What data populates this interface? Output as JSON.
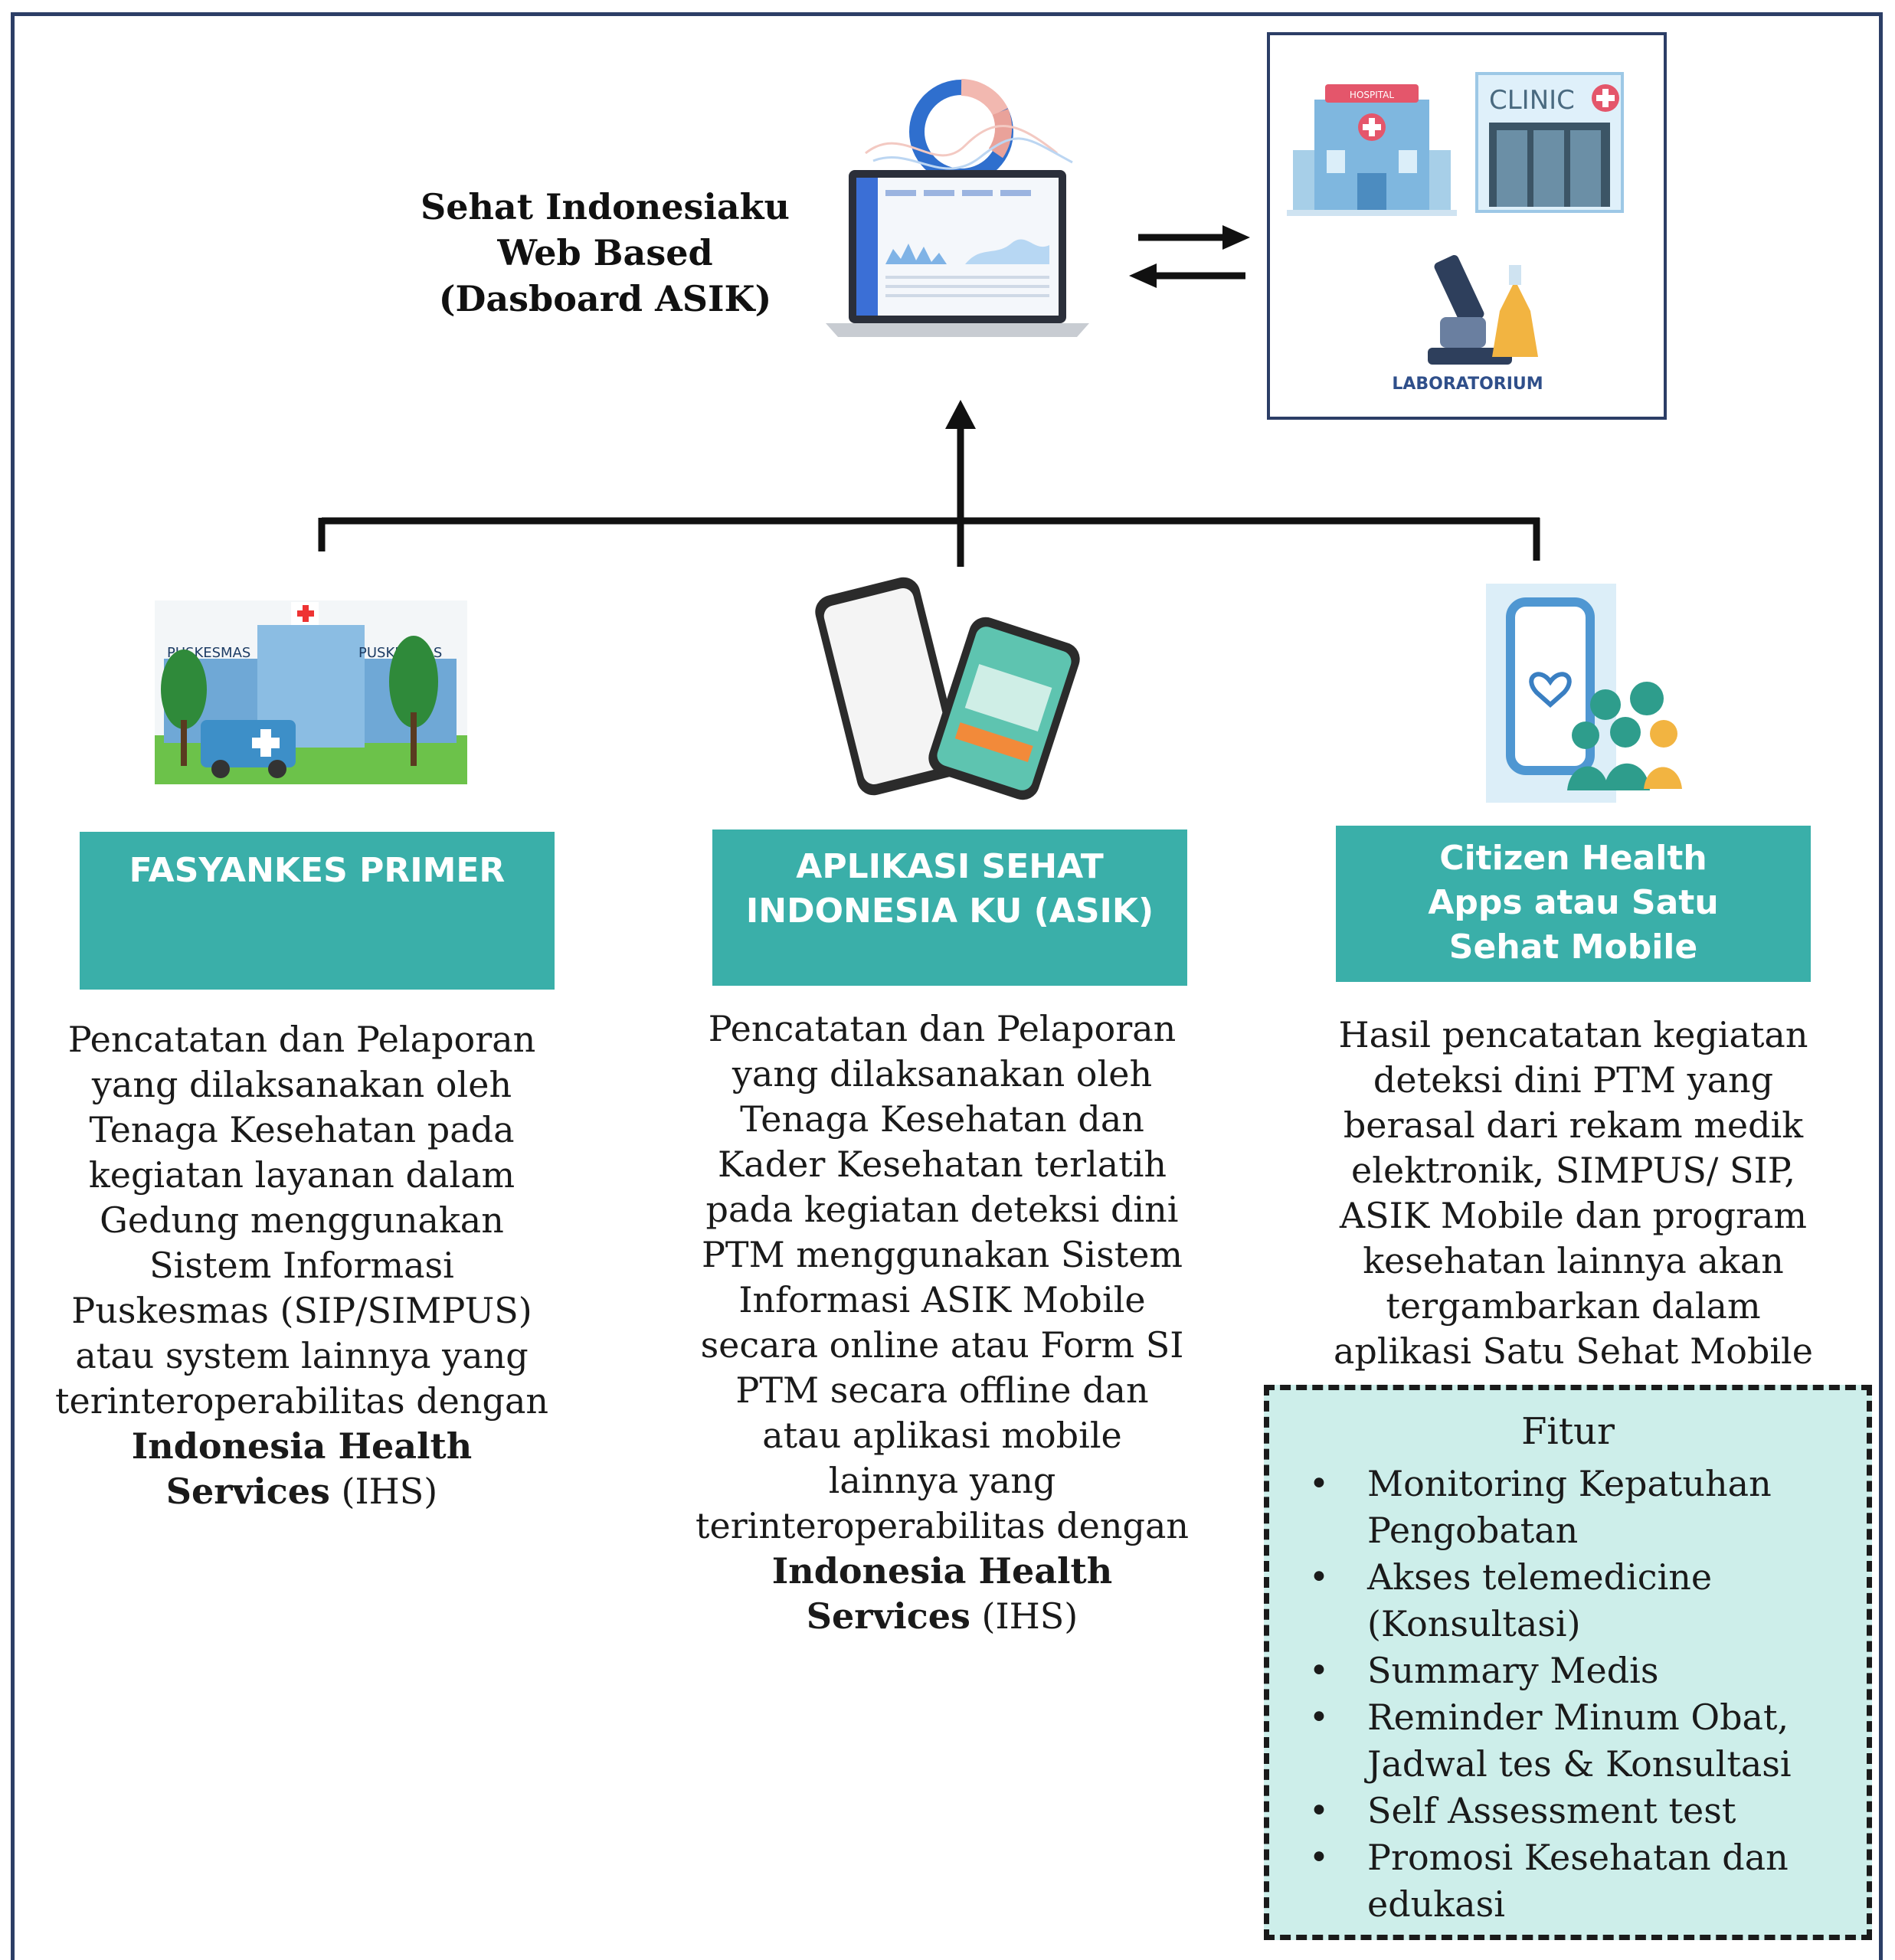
{
  "dashboard": {
    "title_lines": [
      "Sehat Indonesiaku",
      "Web Based",
      "(Dasboard ASIK)"
    ]
  },
  "facilities": {
    "hospital_sign": "HOSPITAL",
    "clinic_label": "CLINIC",
    "lab_label": "LABORATORIUM"
  },
  "columns": [
    {
      "header_lines": [
        "FASYANKES PRIMER"
      ],
      "image_signs": [
        "PUSKESMAS",
        "PUSKESMAS"
      ],
      "description_lines": [
        "Pencatatan dan Pelaporan",
        "yang dilaksanakan oleh",
        "Tenaga Kesehatan pada",
        "kegiatan layanan dalam",
        "Gedung menggunakan",
        "Sistem Informasi",
        "Puskesmas (SIP/SIMPUS)",
        "atau system lainnya yang",
        "terinteroperabilitas dengan"
      ],
      "bold_line": "Indonesia Health",
      "bold_word": "Services",
      "suffix": " (IHS)"
    },
    {
      "header_lines": [
        "APLIKASI SEHAT",
        "INDONESIA KU (ASIK)"
      ],
      "description_lines": [
        "Pencatatan dan Pelaporan",
        "yang dilaksanakan oleh",
        "Tenaga Kesehatan dan",
        "Kader Kesehatan terlatih",
        "pada kegiatan deteksi dini",
        "PTM menggunakan Sistem",
        "Informasi ASIK Mobile",
        "secara online atau Form SI",
        "PTM secara offline dan",
        "atau aplikasi mobile",
        "lainnya yang",
        "terinteroperabilitas dengan"
      ],
      "bold_line": "Indonesia Health",
      "bold_word": "Services",
      "suffix": " (IHS)"
    },
    {
      "header_lines": [
        "Citizen Health",
        "Apps atau Satu",
        "Sehat Mobile"
      ],
      "description_lines": [
        "Hasil pencatatan kegiatan",
        "deteksi dini PTM yang",
        "berasal dari rekam medik",
        "elektronik, SIMPUS/ SIP,",
        "ASIK Mobile dan program",
        "kesehatan lainnya akan",
        "tergambarkan dalam",
        "aplikasi Satu Sehat Mobile"
      ]
    }
  ],
  "features": {
    "title": "Fitur",
    "items": [
      [
        "Monitoring Kepatuhan",
        "Pengobatan"
      ],
      [
        "Akses telemedicine",
        "(Konsultasi)"
      ],
      [
        "Summary Medis"
      ],
      [
        "Reminder Minum Obat,",
        "Jadwal tes & Konsultasi"
      ],
      [
        "Self Assessment test"
      ],
      [
        "Promosi Kesehatan dan",
        "edukasi"
      ]
    ]
  },
  "colors": {
    "teal": "#3aafa9",
    "feature_bg": "#cdeeea",
    "frame": "#2c3e66"
  }
}
